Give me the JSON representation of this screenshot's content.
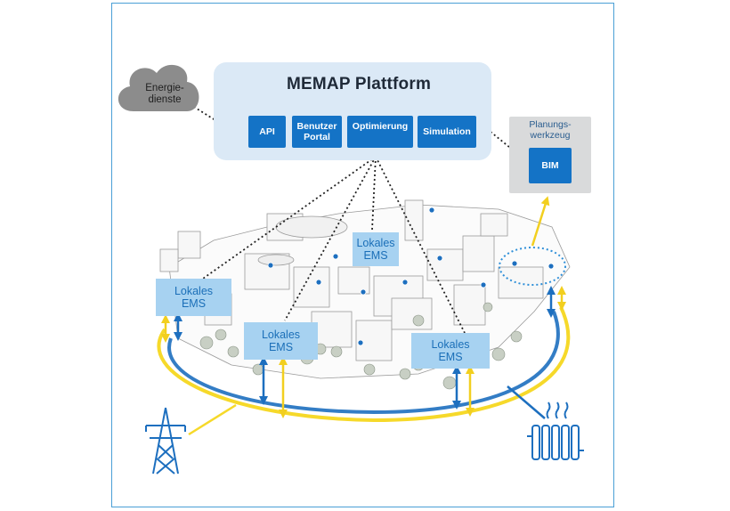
{
  "cloud": {
    "label": "Energie-\ndienste",
    "icon": "cloud-icon"
  },
  "platform": {
    "title": "MEMAP Plattform",
    "logo": "memap-logo-icon",
    "modules": [
      {
        "label": "API"
      },
      {
        "label": "Benutzer\nPortal"
      },
      {
        "label": "Optimierung"
      },
      {
        "label": "Simulation"
      }
    ]
  },
  "planning_tool": {
    "label": "Planungs-\nwerkzeug",
    "bim_label": "BIM"
  },
  "ems_units": [
    {
      "label": "Lokales\nEMS"
    },
    {
      "label": "Lokales\nEMS"
    },
    {
      "label": "Lokales\nEMS"
    },
    {
      "label": "Lokales\nEMS"
    }
  ],
  "icons": {
    "power_tower": "power-tower-icon",
    "heater": "heater-icon"
  },
  "colors": {
    "platform_bg": "#dbe9f6",
    "module_blue": "#1473c6",
    "ems_bg": "#a7d2f1",
    "electric_yellow": "#f6d92a",
    "heat_blue": "#1d6fbf",
    "frame_blue": "#4a9fd6"
  }
}
